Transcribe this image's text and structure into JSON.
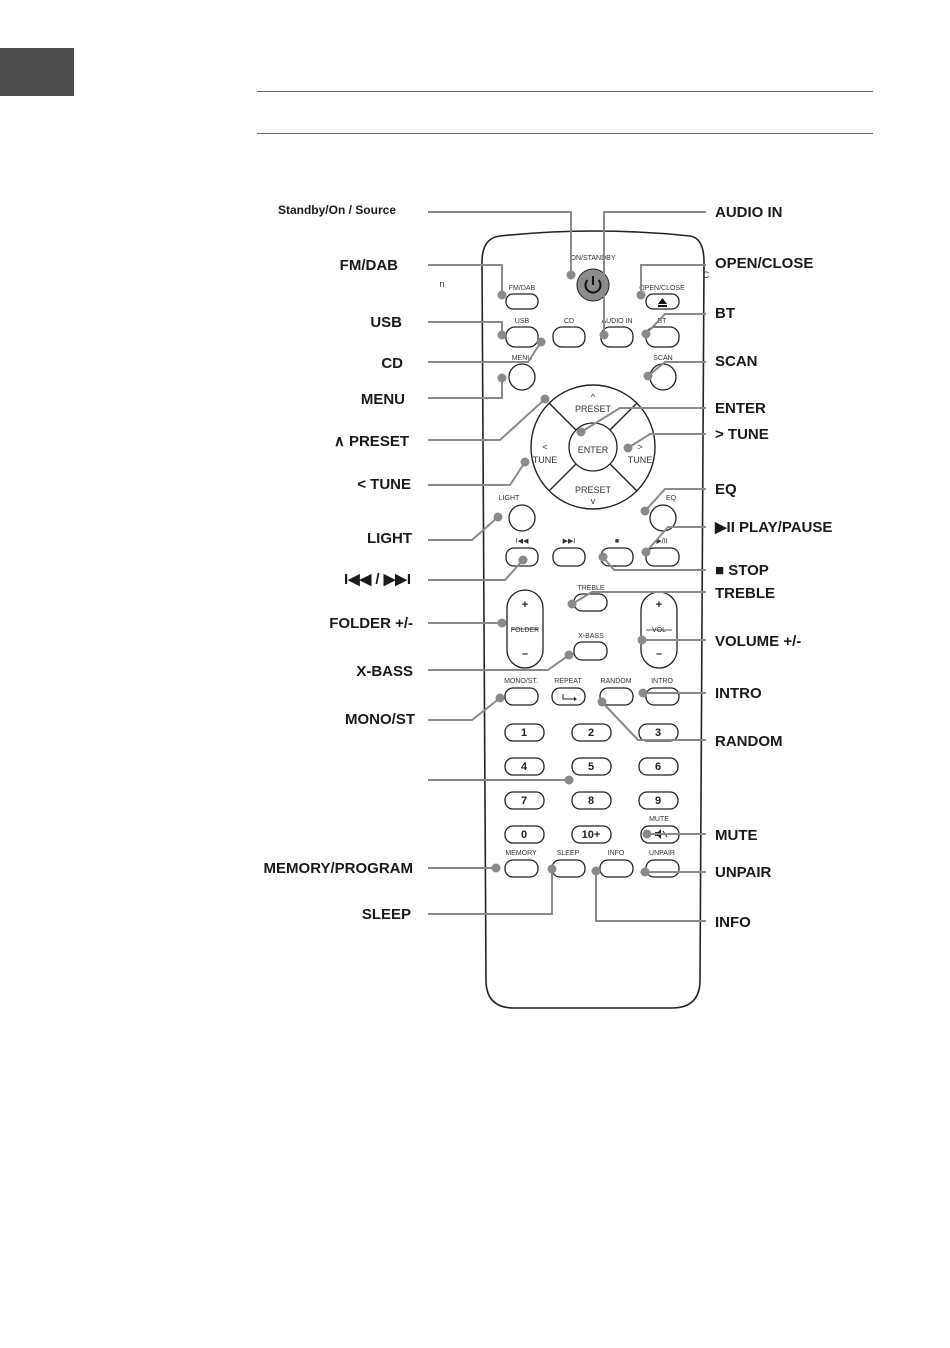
{
  "page": {
    "header_band": ""
  },
  "remote": {
    "top_label": "ON/STANDBY",
    "side_glyph_left": "n",
    "side_glyph_right": "C",
    "buttons": {
      "fmdab": "FM/DAB",
      "open_close": "OPEN/CLOSE",
      "usb": "USB",
      "cd": "CD",
      "audio_in": "AUDIO IN",
      "bt": "BT",
      "menu": "MENU",
      "scan": "SCAN",
      "preset_up": "PRESET",
      "preset_down": "PRESET",
      "tune_left": "TUNE",
      "tune_right": "TUNE",
      "enter": "ENTER",
      "light": "LIGHT",
      "eq": "EQ",
      "prev": "I◀◀",
      "next": "▶▶I",
      "stop": "■",
      "play": "▶/II",
      "treble": "TREBLE",
      "folder": "FOLDER",
      "vol": "VOL",
      "xbass": "X-BASS",
      "mono": "MONO/ST.",
      "repeat": "REPEAT",
      "random": "RANDOM",
      "intro": "INTRO",
      "mute": "MUTE",
      "memory": "MEMORY",
      "sleep": "SLEEP",
      "info": "INFO",
      "unpair": "UNPAIR"
    },
    "digits": [
      "1",
      "2",
      "3",
      "4",
      "5",
      "6",
      "7",
      "8",
      "9",
      "0",
      "10+"
    ]
  },
  "callouts_left": {
    "standby": "Standby/On / Source",
    "fmdab": "FM/DAB",
    "usb": "USB",
    "cd": "CD",
    "menu": "MENU",
    "preset": "∧ PRESET",
    "tune": "< TUNE",
    "light": "LIGHT",
    "skip": "I◀◀ / ▶▶I",
    "folder": "FOLDER +/-",
    "xbass": "X-BASS",
    "mono": "MONO/ST",
    "memory": "MEMORY/PROGRAM",
    "sleep": "SLEEP"
  },
  "callouts_right": {
    "audio_in": "AUDIO IN",
    "open_close": "OPEN/CLOSE",
    "bt": "BT",
    "scan": "SCAN",
    "enter": "ENTER",
    "tune": "> TUNE",
    "eq": "EQ",
    "play_pause": "▶II PLAY/PAUSE",
    "stop": "■ STOP",
    "treble": "TREBLE",
    "volume": "VOLUME +/-",
    "intro": "INTRO",
    "random": "RANDOM",
    "mute": "MUTE",
    "unpair": "UNPAIR",
    "info": "INFO"
  },
  "colors": {
    "leader": "#8a8a8a",
    "power_button": "#8c8c8c",
    "tab": "#4d4d4d"
  }
}
